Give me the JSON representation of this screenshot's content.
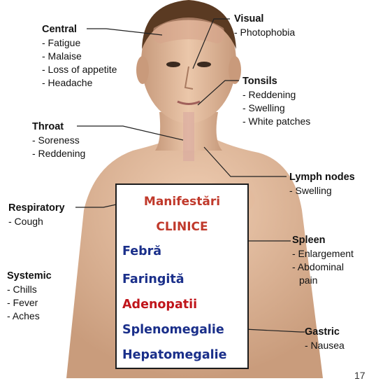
{
  "groups": {
    "central": {
      "title": "Central",
      "items": [
        "- Fatigue",
        "- Malaise",
        "- Loss of appetite",
        "- Headache"
      ]
    },
    "visual": {
      "title": "Visual",
      "items": [
        "- Photophobia"
      ]
    },
    "tonsils": {
      "title": "Tonsils",
      "items": [
        "- Reddening",
        "- Swelling",
        "- White patches"
      ]
    },
    "throat": {
      "title": "Throat",
      "items": [
        "- Soreness",
        "- Reddening"
      ]
    },
    "lymph": {
      "title": "Lymph nodes",
      "items": [
        "- Swelling"
      ]
    },
    "respiratory": {
      "title": "Respiratory",
      "items": [
        "- Cough"
      ]
    },
    "spleen": {
      "title": "Spleen",
      "items": [
        "- Enlargement",
        "- Abdominal",
        "pain"
      ]
    },
    "systemic": {
      "title": "Systemic",
      "items": [
        "- Chills",
        "- Fever",
        "- Aches"
      ]
    },
    "gastric": {
      "title": "Gastric",
      "items": [
        "- Nausea"
      ]
    }
  },
  "box": {
    "title1": "Manifestări",
    "title2": "CLINICE",
    "items": [
      "Febră",
      "Faringită",
      "Adenopatii",
      "Splenomegalie",
      "Hepatomegalie"
    ]
  },
  "colors": {
    "title": "#c0392b",
    "item_blue": "#1a2f8a",
    "item_red": "#c0151b"
  },
  "slide_number": "17"
}
